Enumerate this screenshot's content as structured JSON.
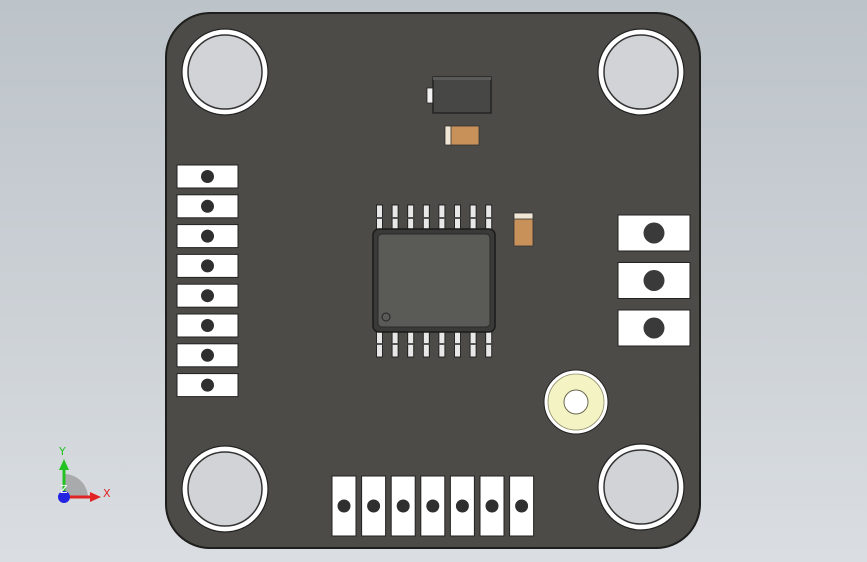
{
  "viewport": {
    "background_top": "#bcc3c9",
    "background_bottom": "#dadee2"
  },
  "board": {
    "color": "#4c4b47",
    "edge_color": "#1e1e1c"
  },
  "mounting_holes": {
    "count": 4,
    "ring_color": "#ffffff",
    "inner_color": "#d2d3d6"
  },
  "left_header": {
    "pin_count": 8,
    "pad_color": "#ffffff",
    "pin_color": "#2f2f2f"
  },
  "bottom_header": {
    "pin_count": 7,
    "pad_color": "#ffffff",
    "pin_color": "#2f2f2f"
  },
  "right_header": {
    "pin_count": 3,
    "pad_color": "#ffffff",
    "pin_color": "#3a3a3a"
  },
  "ic_chip": {
    "body_color": "#5a5a56",
    "leads_per_side": 8,
    "lead_color": "#e8e8e8"
  },
  "components": {
    "diode_color": "#474745",
    "capacitor_color": "#c8915a"
  },
  "buzzer": {
    "ring_color": "#f4f3c4",
    "center_color": "#ffffff"
  },
  "axis_triad": {
    "y_label": "Y",
    "x_label": "X",
    "z_label": "Z",
    "y_color": "#22c222",
    "x_color": "#e02424",
    "z_color": "#2424e0"
  }
}
